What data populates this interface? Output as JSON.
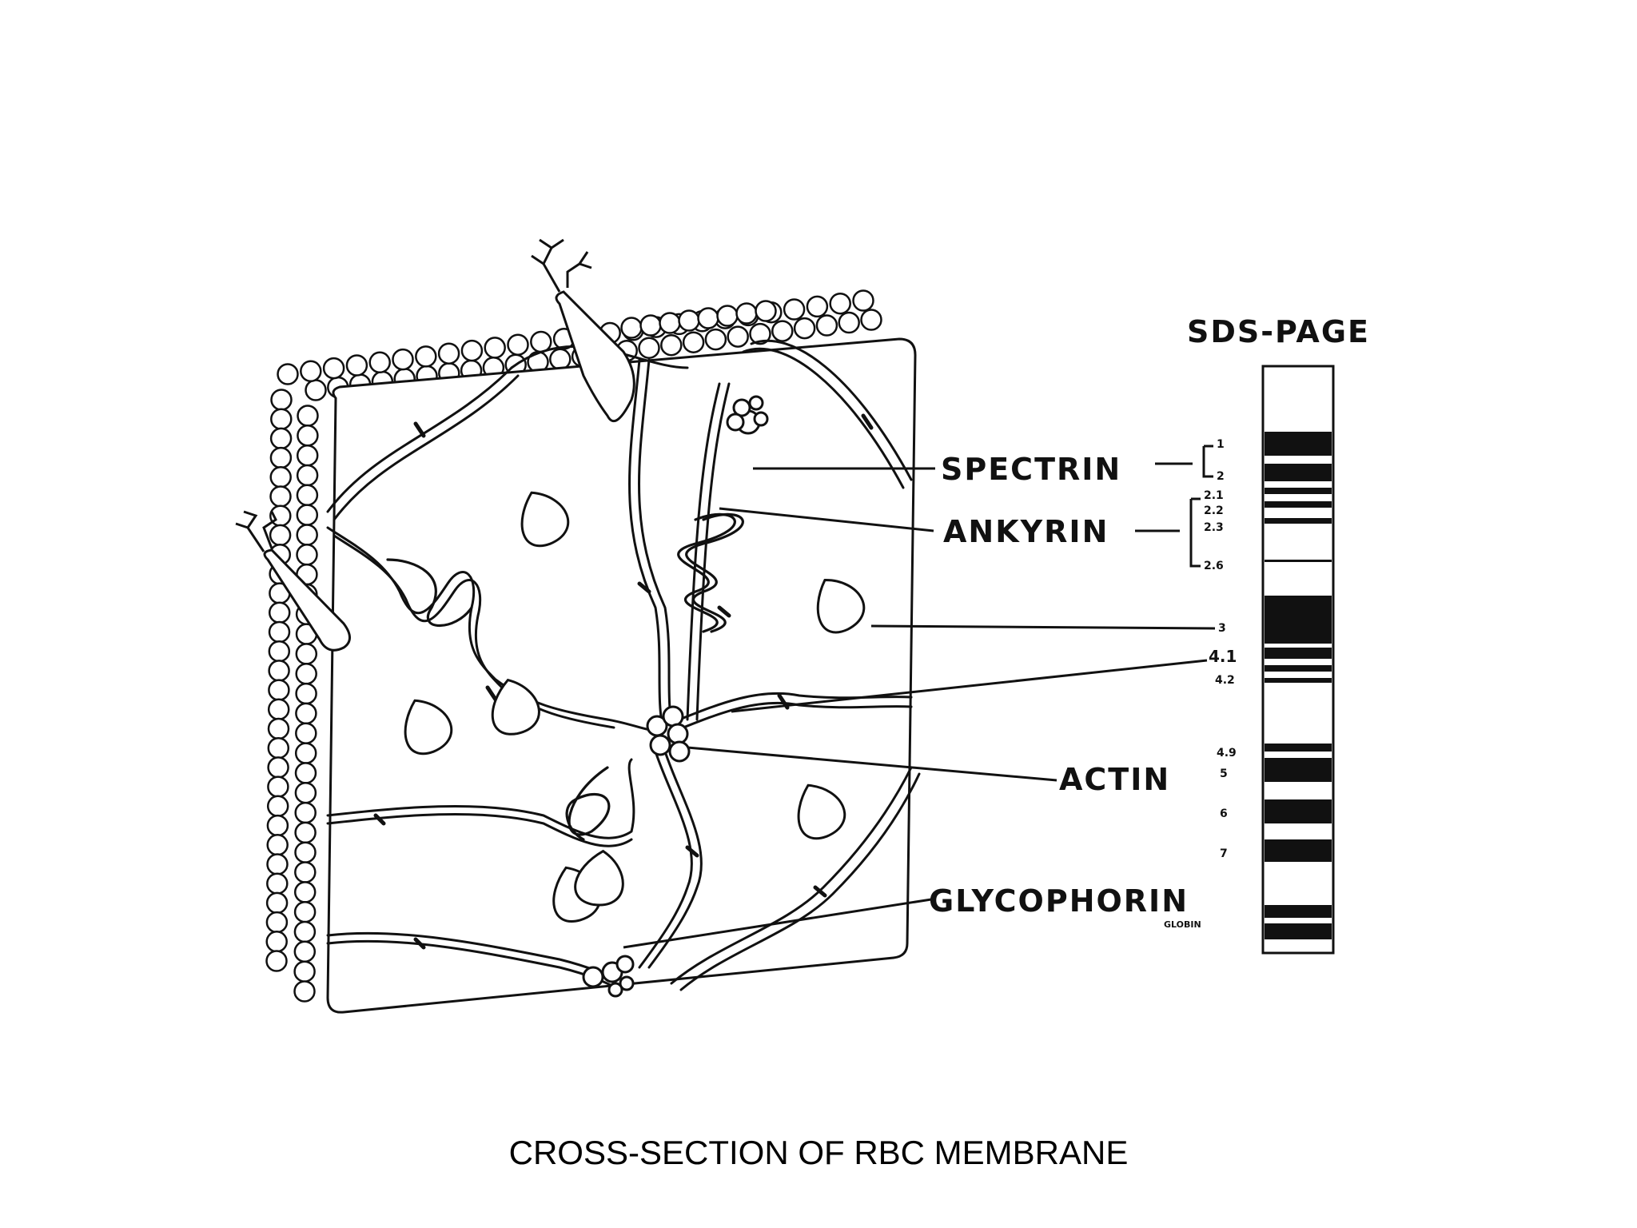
{
  "diagram": {
    "title": "SDS-PAGE",
    "caption": "CROSS-SECTION OF RBC MEMBRANE",
    "labels": {
      "spectrin": "SPECTRIN",
      "ankyrin": "ANKYRIN",
      "actin": "ACTIN",
      "glycophorin": "GLYCOPHORIN"
    },
    "bands": {
      "b1": "1",
      "b2": "2",
      "b21": "2.1",
      "b22": "2.2",
      "b23": "2.3",
      "b26": "2.6",
      "b3": "3",
      "b41": "4.1",
      "b42": "4.2",
      "b49": "4.9",
      "b5": "5",
      "b6": "6",
      "b7": "7",
      "globin": "GLOBIN"
    }
  }
}
